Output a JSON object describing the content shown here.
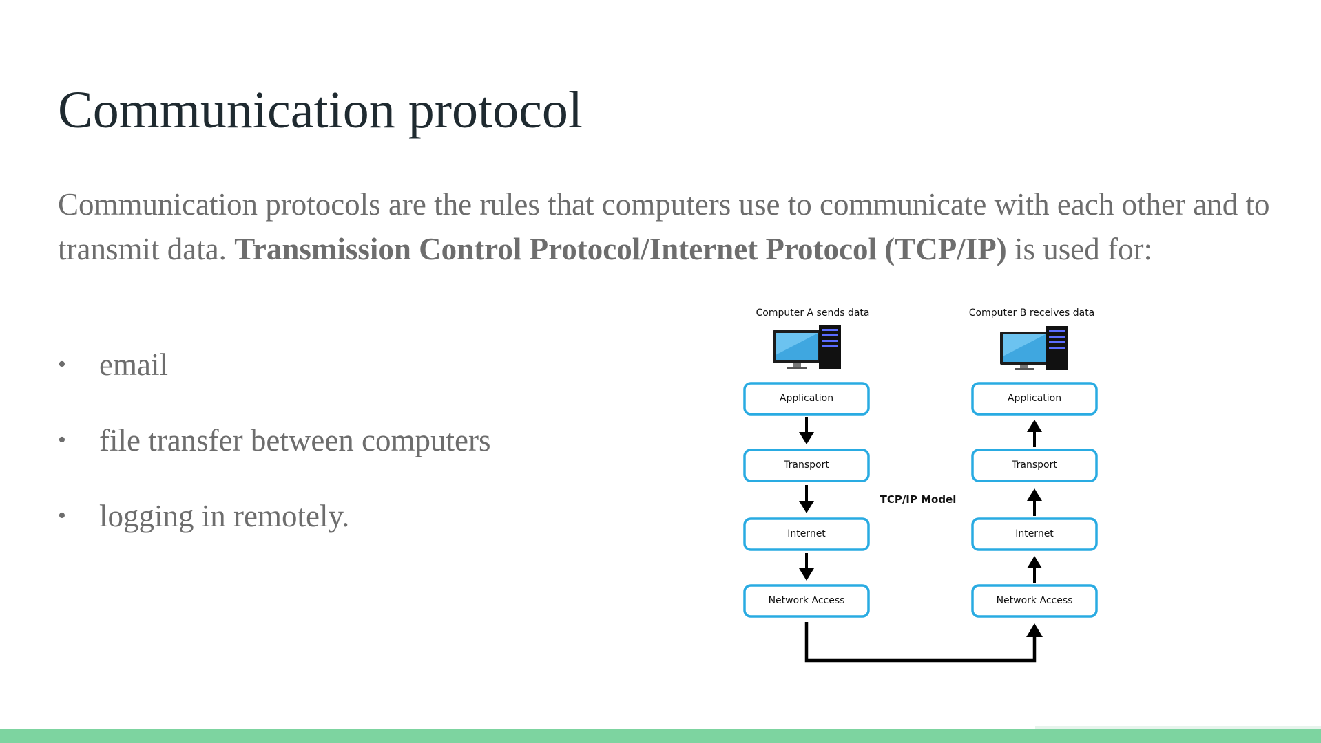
{
  "slide": {
    "title": "Communication protocol",
    "intro_part1": "Communication protocols are the rules that computers use to communicate with each other and to transmit data. ",
    "intro_bold": "Transmission Control Protocol/Internet Protocol (TCP/IP)",
    "intro_part2": " is used for:",
    "bullets": [
      "email",
      "file transfer between computers",
      "logging in remotely."
    ]
  },
  "diagram": {
    "computer_a_label": "Computer A sends data",
    "computer_b_label": "Computer B receives data",
    "model_label": "TCP/IP Model",
    "layers_a": [
      "Application",
      "Transport",
      "Internet",
      "Network Access"
    ],
    "layers_b": [
      "Application",
      "Transport",
      "Internet",
      "Network Access"
    ],
    "layer_border_color": "#29abe2",
    "icons": [
      "desktop-computer-icon",
      "desktop-computer-icon"
    ]
  },
  "colors": {
    "title": "#1f2a30",
    "body": "#6d6d6d",
    "footer_bar": "#7dd4a0"
  }
}
